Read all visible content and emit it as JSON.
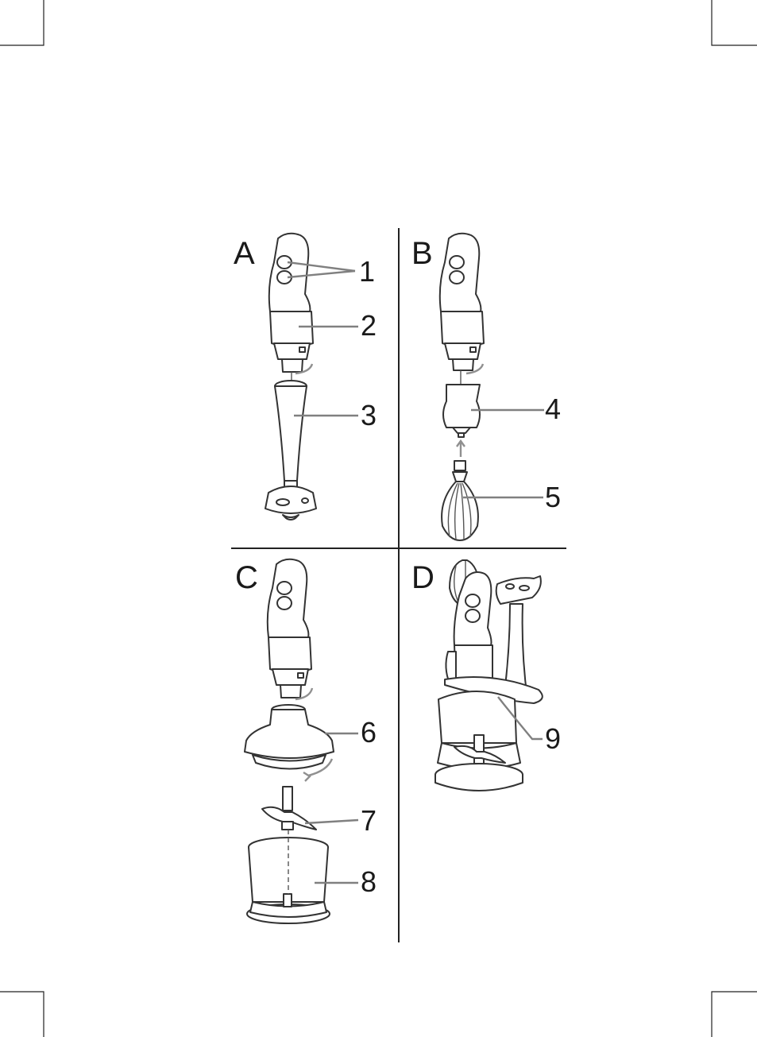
{
  "panels": {
    "a": "A",
    "b": "B",
    "c": "C",
    "d": "D"
  },
  "callouts": {
    "n1": "1",
    "n2": "2",
    "n3": "3",
    "n4": "4",
    "n5": "5",
    "n6": "6",
    "n7": "7",
    "n8": "8",
    "n9": "9"
  },
  "colors": {
    "line": "#333333",
    "leader": "#808080",
    "background": "#ffffff"
  }
}
